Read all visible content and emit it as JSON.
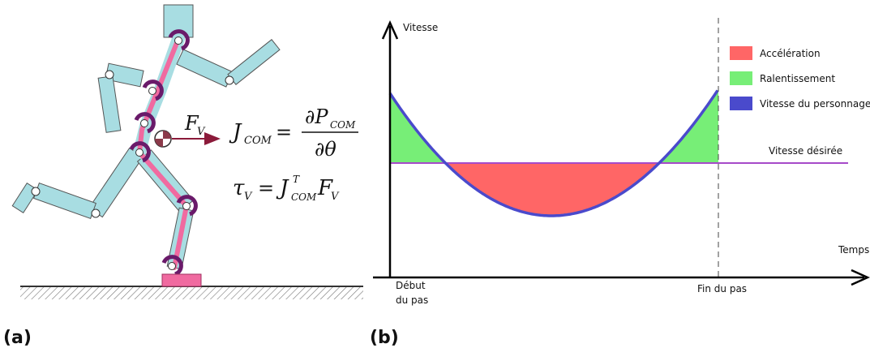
{
  "panels": {
    "a_label": "(a)",
    "b_label": "(b)"
  },
  "figure_a": {
    "force_label": "F",
    "force_sub": "V",
    "jacobian": {
      "lhs": "J",
      "lhs_sub": "COM",
      "eq": "=",
      "num": "∂P",
      "num_sub": "COM",
      "den": "∂θ"
    },
    "torque": {
      "lhs": "τ",
      "lhs_sub": "V",
      "eq": "=",
      "rhs": "J",
      "rhs_sup": "T",
      "rhs_sub": "COM",
      "rhs2": "F",
      "rhs2_sub": "V"
    },
    "colors": {
      "limb": "#a8dde2",
      "spine": "#f06aa0",
      "joint_arrow": "#6a1a6a",
      "foot": "#f06aa0",
      "force_arrow": "#8b1a3a"
    }
  },
  "figure_b": {
    "y_axis_label": "Vitesse",
    "x_axis_label": "Temps",
    "start_label_line1": "Début",
    "start_label_line2": "du pas",
    "end_label": "Fin du pas",
    "desired_label": "Vitesse désirée",
    "legend": [
      {
        "label": "Accélération",
        "color": "#ff6666"
      },
      {
        "label": "Ralentissement",
        "color": "#77ee77"
      },
      {
        "label": "Vitesse du personnage",
        "color": "#4a4acc"
      }
    ],
    "colors": {
      "desired_line": "#a64ac9",
      "axis": "#000000"
    }
  }
}
